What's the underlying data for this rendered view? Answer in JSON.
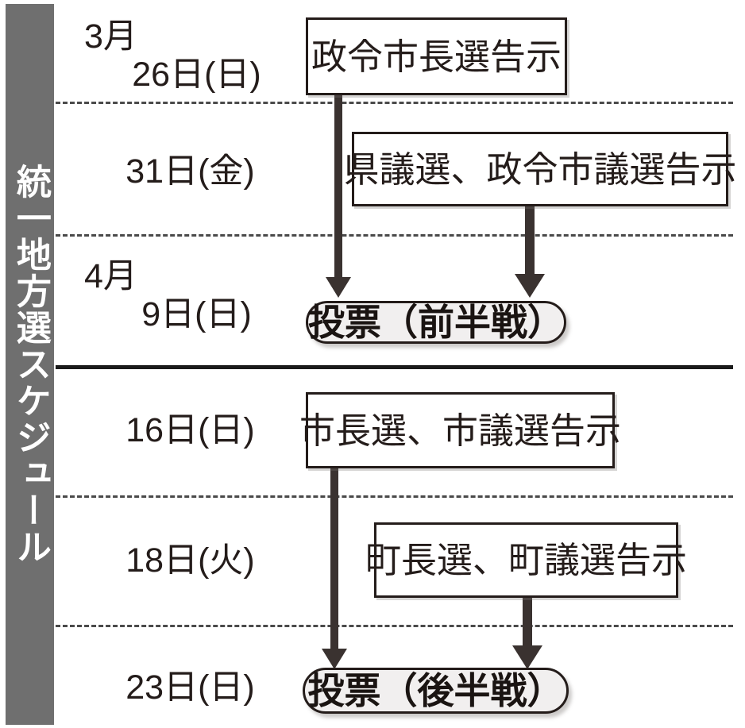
{
  "title": "統一地方選スケジュール",
  "sidebar": {
    "label": "統一地方選スケジュール"
  },
  "rows": [
    {
      "month": "3月",
      "day": "26日(日)"
    },
    {
      "month": "",
      "day": "31日(金)"
    },
    {
      "month": "4月",
      "day": "9日(日)"
    },
    {
      "month": "",
      "day": "16日(日)"
    },
    {
      "month": "",
      "day": "18日(火)"
    },
    {
      "month": "",
      "day": "23日(日)"
    }
  ],
  "events": [
    {
      "label": "政令市長選告示"
    },
    {
      "label": "県議選、政令市議選告示"
    },
    {
      "label": "市長選、市議選告示"
    },
    {
      "label": "町長選、町議選告示"
    }
  ],
  "votes": [
    {
      "label": "投票（前半戦）"
    },
    {
      "label": "投票（後半戦）"
    }
  ],
  "colors": {
    "sidebar_bg": "#6f6f6f",
    "sidebar_text": "#ffffff",
    "ink": "#241c1a",
    "arrow": "#3a3230",
    "pill_fill": "#f1efef",
    "page_bg": "#ffffff"
  }
}
